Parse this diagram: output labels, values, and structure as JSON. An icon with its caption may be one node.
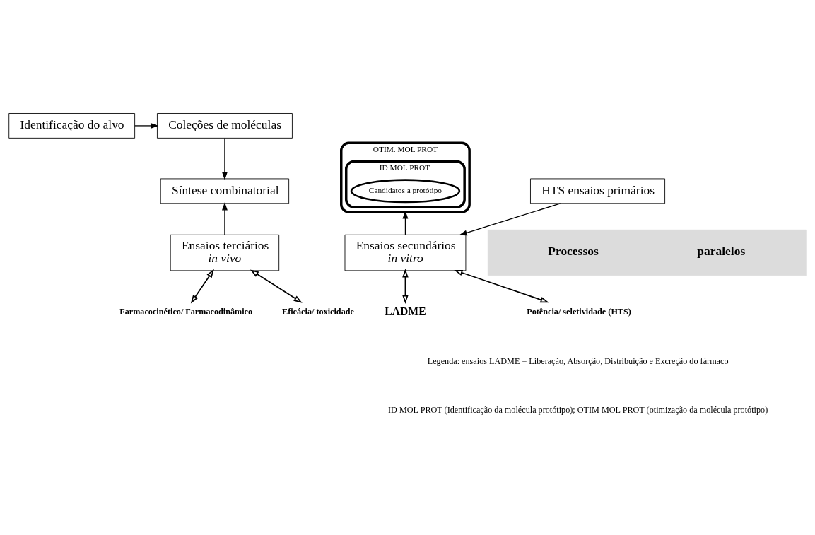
{
  "diagram": {
    "nodes": [
      {
        "text": [
          "Identificação do alvo"
        ]
      },
      {
        "text": [
          "Coleções de moléculas"
        ]
      },
      {
        "text": [
          "OTIM. MOL PROT"
        ]
      },
      {
        "text": [
          "ID MOL PROT."
        ],
        "in": 2
      },
      {
        "text": [
          "HTS ensaios primários"
        ]
      },
      {
        "text": [
          "Candidatos a protótipo"
        ],
        "in": 3
      },
      {
        "text": [
          "Síntese combinatorial"
        ]
      },
      {
        "text": [
          "Ensaios secundários",
          "in vitro"
        ]
      },
      {
        "text": [
          "Ensaios terciários",
          "in vivo"
        ]
      },
      {
        "text": [
          "Processos",
          "paralelos"
        ]
      },
      {
        "text": [
          "LADME"
        ]
      },
      {
        "text": [
          "Potência/ seletividade (HTS)"
        ]
      },
      {
        "text": [
          "Farmacocinético/ Farmacodinâmico"
        ]
      },
      {
        "text": [
          "Eficácia/ toxicidade"
        ]
      }
    ],
    "edges": [
      {
        "from": 0,
        "to": 1,
        "arrow": "to"
      },
      {
        "from": 1,
        "to": 6,
        "arrow": "to"
      },
      {
        "from": 4,
        "to": 7,
        "arrow": "to"
      },
      {
        "from": 7,
        "to": 2,
        "arrow": "to"
      },
      {
        "from": 8,
        "to": 6,
        "arrow": "to"
      },
      {
        "from": 7,
        "to": 10,
        "arrow": "both"
      },
      {
        "from": 7,
        "to": 11,
        "arrow": "both"
      },
      {
        "from": 8,
        "to": 12,
        "arrow": "both"
      },
      {
        "from": 8,
        "to": 13,
        "arrow": "both"
      }
    ],
    "labels": [
      "Legenda: ensaios LADME = Liberação, Absorção, Distribuição e Excreção do fármaco",
      "ID MOL PROT (Identificação da molécula protótipo); OTIM MOL PROT (otimização da molécula protótipo)"
    ]
  }
}
